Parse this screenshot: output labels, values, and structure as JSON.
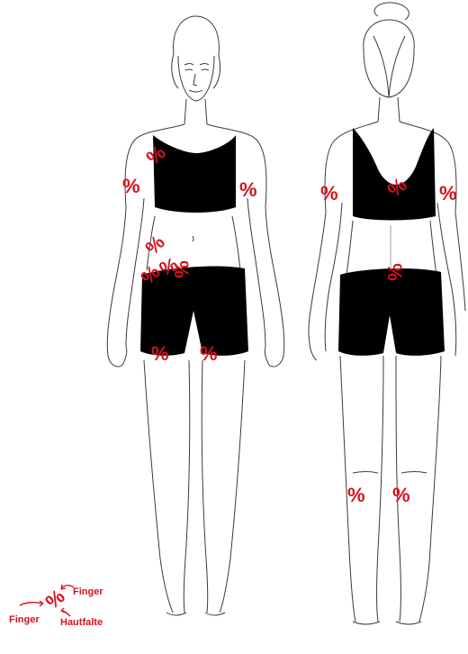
{
  "marker_symbol": "%",
  "colors": {
    "marker": "#d6111d",
    "clothing": "#000000",
    "outline": "#333333",
    "background": "#ffffff"
  },
  "legend": {
    "finger_left_label": "Finger",
    "finger_top_label": "Finger",
    "skinfold_label": "Hautfalte"
  }
}
